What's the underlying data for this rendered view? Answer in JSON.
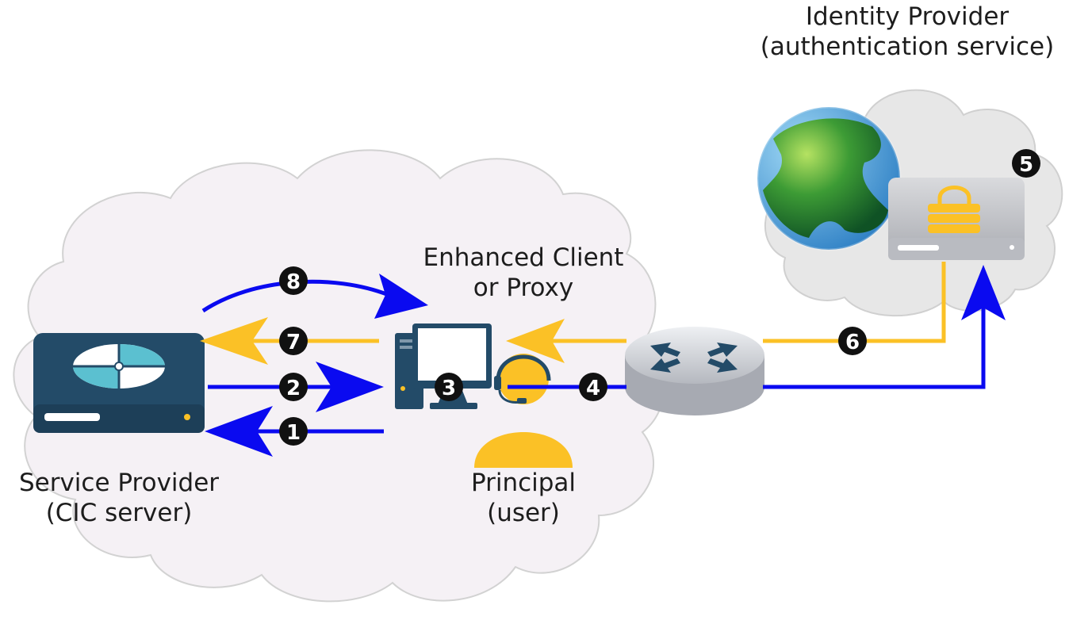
{
  "labels": {
    "identity_provider": "Identity Provider",
    "identity_provider_sub": "(authentication service)",
    "client": "Enhanced Client",
    "client_sub": "or Proxy",
    "service_provider": "Service Provider",
    "service_provider_sub": "(CIC server)",
    "principal": "Principal",
    "principal_sub": "(user)"
  },
  "steps": [
    "1",
    "2",
    "3",
    "4",
    "5",
    "6",
    "7",
    "8"
  ],
  "colors": {
    "request_arrow": "#0a0af0",
    "response_arrow": "#fbc126",
    "cloud_fill": "#f5f1f5",
    "idp_cloud_fill": "#e6e6e6",
    "server_dark": "#234b68",
    "server_accent": "#5bc0d0",
    "user": "#fbc126",
    "router": "#c8cad0",
    "step_badge": "#111111"
  },
  "icons": [
    "globe-icon",
    "server-icon",
    "lock-icon",
    "computer-icon",
    "user-icon",
    "router-icon"
  ]
}
